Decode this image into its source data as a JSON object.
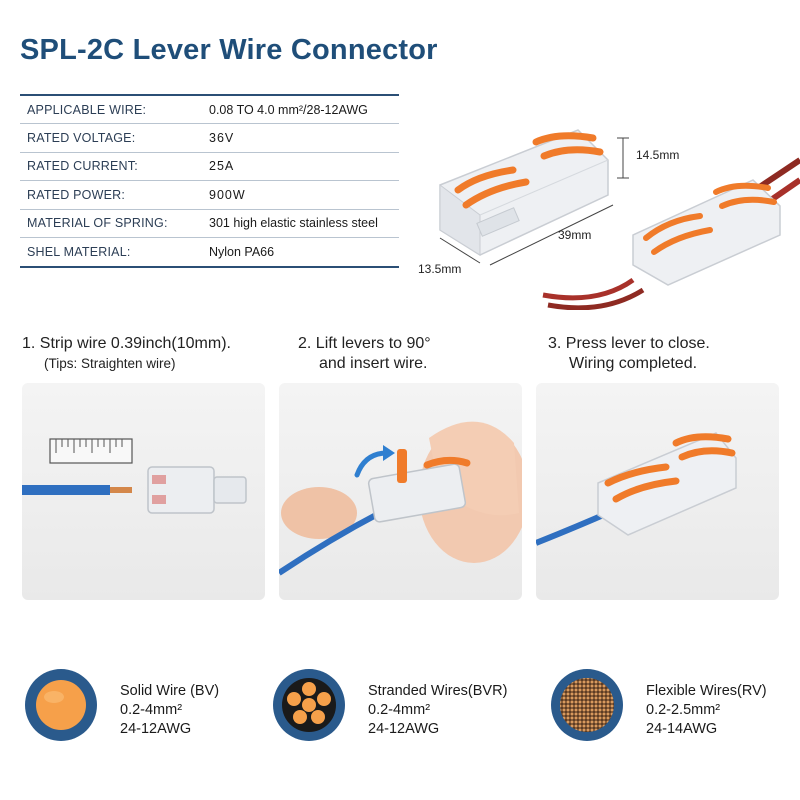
{
  "title": "SPL-2C Lever Wire Connector",
  "specs": [
    {
      "label": "APPLICABLE WIRE:",
      "value": "0.08 TO 4.0 mm²/28-12AWG"
    },
    {
      "label": "RATED VOLTAGE:",
      "value": "36V"
    },
    {
      "label": "RATED CURRENT:",
      "value": "25A"
    },
    {
      "label": "RATED POWER:",
      "value": "900W"
    },
    {
      "label": "MATERIAL OF SPRING:",
      "value": "301 high elastic stainless steel"
    },
    {
      "label": "SHEL MATERIAL:",
      "value": "Nylon PA66"
    }
  ],
  "dimensions": {
    "height": "14.5mm",
    "length": "39mm",
    "width": "13.5mm"
  },
  "steps": [
    {
      "line1": "1. Strip wire 0.39inch(10mm).",
      "tip": "(Tips: Straighten wire)"
    },
    {
      "line1": "2. Lift levers to 90°",
      "line2": "and insert wire."
    },
    {
      "line1": "3. Press lever to close.",
      "line2": "Wiring completed."
    }
  ],
  "wire_types": [
    {
      "name": "Solid Wire (BV)",
      "section": "0.2-4mm²",
      "awg": "24-12AWG"
    },
    {
      "name": "Stranded Wires(BVR)",
      "section": "0.2-4mm²",
      "awg": "24-12AWG"
    },
    {
      "name": "Flexible Wires(RV)",
      "section": "0.2-2.5mm²",
      "awg": "24-14AWG"
    }
  ],
  "colors": {
    "title": "#1f4e79",
    "lever": "#f07b2a",
    "wire_red": "#a8312a",
    "wire_blue": "#2f6fc0",
    "ring": "#2a5a8c",
    "copper": "#f6a04a"
  },
  "icons": [
    "ruler-icon",
    "lift-arrow-icon",
    "connector-icon"
  ]
}
